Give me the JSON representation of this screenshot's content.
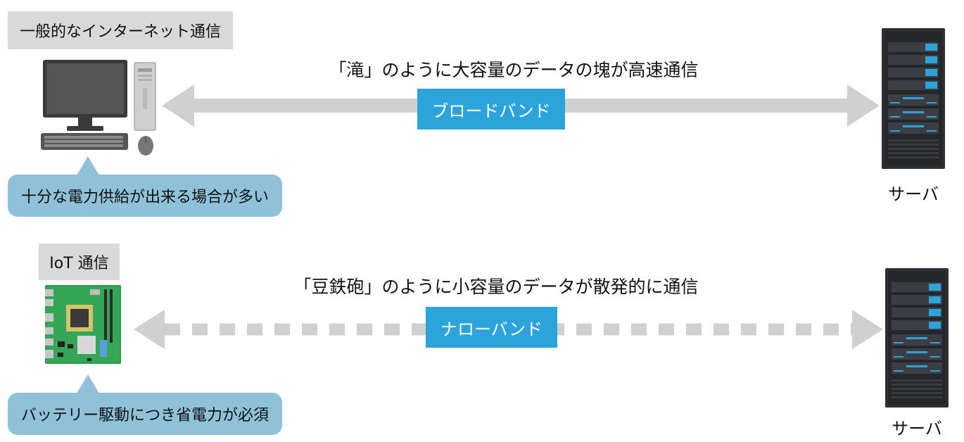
{
  "top": {
    "tag": "一般的なインターネット通信",
    "caption": "「滝」のように大容量のデータの塊が高速通信",
    "band_label": "ブロードバンド",
    "bubble": "十分な電力供給が出来る場合が多い",
    "server_label": "サーバ"
  },
  "bottom": {
    "tag": "IoT 通信",
    "caption": "「豆鉄砲」のように小容量のデータが散発的に通信",
    "band_label": "ナローバンド",
    "bubble": "バッテリー駆動につき省電力が必須",
    "server_label": "サーバ"
  },
  "colors": {
    "accent_blue": "#2da3dc",
    "bubble_blue": "#8fc2d8",
    "tag_gray": "#d9d9d9",
    "arrow_gray": "#d0d0d0"
  },
  "icons": [
    "desktop-computer-icon",
    "circuit-board-icon",
    "server-rack-icon"
  ]
}
